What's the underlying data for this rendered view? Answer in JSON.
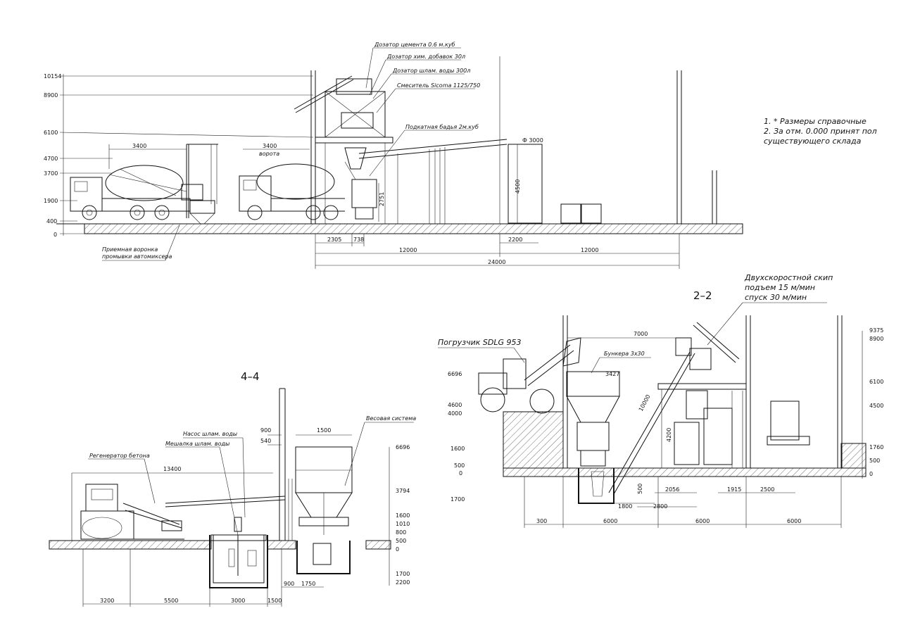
{
  "notes": [
    "1.   * Размеры справочные",
    "2.   За отм. 0.000 принят пол",
    "      существующего склада"
  ],
  "top_view": {
    "labels": {
      "cement_doser": "Дозатор цемента 0.6 м.куб",
      "chem_doser": "Дозатор хим. добавок 30л",
      "sludge_doser": "Дозатор шлам. воды 300л",
      "mixer": "Смеситель Sicoma 1125/750",
      "hopper": "Подкатная бадья 2м.куб",
      "wash_pit": "Приемная воронка",
      "wash_pit2": "промывки автомиксера",
      "gate": "ворота",
      "diam": "Ф 3000"
    },
    "levels": [
      "10154",
      "8900",
      "6100",
      "4700",
      "3700",
      "1900",
      "400",
      "0"
    ],
    "dims": {
      "truck_w": "3400",
      "gate_w": "3400",
      "d2305": "2305",
      "d738": "738",
      "d12000a": "12000",
      "d2200": "2200",
      "d12000b": "12000",
      "d24000": "24000",
      "d2751": "2751",
      "d4500": "4500"
    }
  },
  "section_44": {
    "title": "4–4",
    "labels": {
      "pump": "Насос шлам. воды",
      "stirrer": "Мешалка шлам. воды",
      "regen": "Регенератор бетона",
      "weigh": "Весовая система"
    },
    "dims": {
      "d900top": "900",
      "d540": "540",
      "d1500top": "1500",
      "d13400": "13400",
      "d3200": "3200",
      "d5500": "5500",
      "d3000": "3000",
      "d1500": "1500",
      "d900": "900",
      "d1750": "1750"
    },
    "levels": [
      "6696",
      "3794",
      "1600",
      "1010",
      "800",
      "500",
      "0",
      "1700",
      "2200"
    ]
  },
  "section_22": {
    "title": "2–2",
    "skip_label": [
      "Двухскоростной скип",
      "подъем 15 м/мин",
      "спуск 30 м/мин"
    ],
    "loader": "Погрузчик SDLG 953",
    "bunkers": "Бункера 3х30",
    "dims": {
      "d7000": "7000",
      "d3427": "3427",
      "d10000": "10000",
      "d4200": "4200",
      "d500": "500",
      "d1800": "1800",
      "d2056": "2056",
      "d2800": "2800",
      "d1915": "1915",
      "d2500": "2500",
      "d300": "300",
      "d6000a": "6000",
      "d6000b": "6000",
      "d6000c": "6000"
    },
    "levels_left": [
      "6696",
      "4600",
      "4000",
      "1600",
      "500",
      "0",
      "1700"
    ],
    "levels_right": [
      "9375",
      "8900",
      "6100",
      "4500",
      "1760",
      "500",
      "0"
    ]
  }
}
